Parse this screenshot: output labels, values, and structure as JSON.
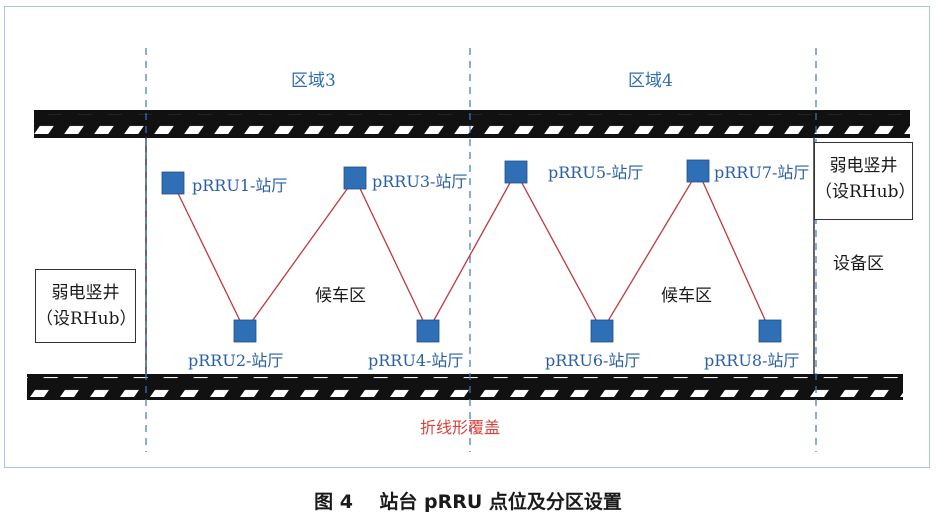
{
  "zones": {
    "zone3": "区域3",
    "zone4": "区域4"
  },
  "nodes": [
    {
      "label": "pRRU1-站厅"
    },
    {
      "label": "pRRU2-站厅"
    },
    {
      "label": "pRRU3-站厅"
    },
    {
      "label": "pRRU4-站厅"
    },
    {
      "label": "pRRU5-站厅"
    },
    {
      "label": "pRRU6-站厅"
    },
    {
      "label": "pRRU7-站厅"
    },
    {
      "label": "pRRU8-站厅"
    }
  ],
  "areas": {
    "waiting_left": "候车区",
    "waiting_right": "候车区",
    "equipment": "设备区"
  },
  "shafts": {
    "left": {
      "line1": "弱电竖井",
      "line2": "（设RHub）"
    },
    "right": {
      "line1": "弱电竖井",
      "line2": "（设RHub）"
    }
  },
  "route_label": "折线形覆盖",
  "caption": "图 4    站台 pRRU 点位及分区设置",
  "colors": {
    "node": "#2f6fb6",
    "route": "#c0393b",
    "zone_text": "#2e6db3",
    "divider": "#3a78c2"
  }
}
